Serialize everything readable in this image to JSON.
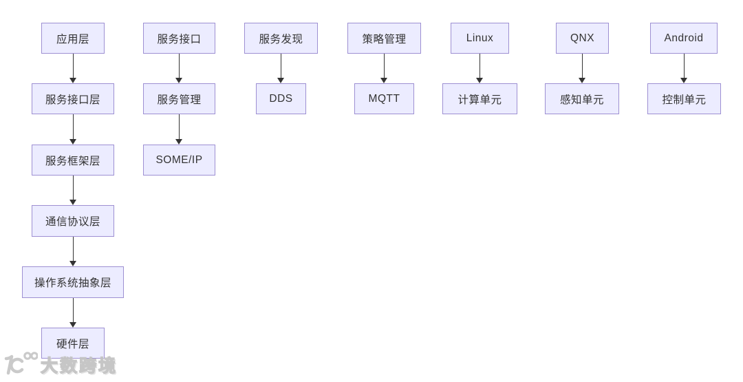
{
  "diagram": {
    "type": "flowchart-top-down",
    "background": "#ffffff",
    "node_fill": "#ECECFF",
    "node_border": "#9370DB",
    "node_text_color": "#333333",
    "arrow_color": "#333333",
    "columns": [
      {
        "id": "software-stack",
        "nodes": [
          "应用层",
          "服务接口层",
          "服务框架层",
          "通信协议层",
          "操作系统抽象层",
          "硬件层"
        ]
      },
      {
        "id": "service-chain",
        "nodes": [
          "服务接口",
          "服务管理",
          "SOME/IP"
        ]
      },
      {
        "id": "discovery-chain",
        "nodes": [
          "服务发现",
          "DDS"
        ]
      },
      {
        "id": "policy-chain",
        "nodes": [
          "策略管理",
          "MQTT"
        ]
      },
      {
        "id": "linux-chain",
        "nodes": [
          "Linux",
          "计算单元"
        ]
      },
      {
        "id": "qnx-chain",
        "nodes": [
          "QNX",
          "感知单元"
        ]
      },
      {
        "id": "android-chain",
        "nodes": [
          "Android",
          "控制单元"
        ]
      }
    ]
  },
  "watermark": {
    "logo": "100",
    "text": "大数跨境",
    "color": "#c8c8c8"
  }
}
